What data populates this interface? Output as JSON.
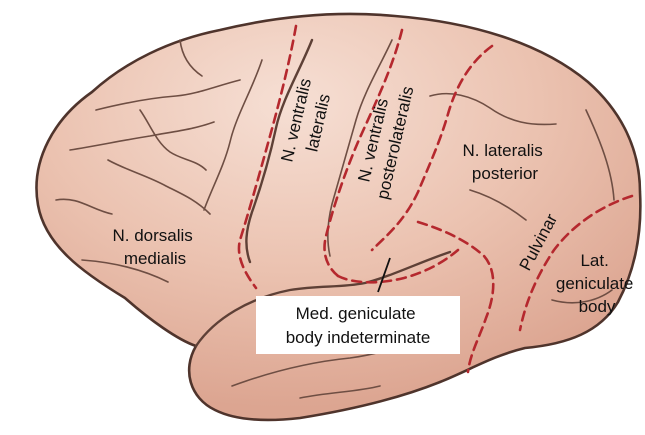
{
  "colors": {
    "brain_fill": "#e7b8a4",
    "brain_highlight": "#f6dfd4",
    "outline": "#4f342c",
    "gyri": "#6e4e43",
    "boundary": "#b5282e",
    "label_bg": "#ffffff"
  },
  "labels": {
    "dorsalis": [
      "N. dorsalis",
      "medialis"
    ],
    "ventralis_lateralis": [
      "N. ventralis",
      "lateralis"
    ],
    "ventralis_posterolateralis": [
      "N. ventralis",
      "posterolateralis"
    ],
    "lateralis_posterior": [
      "N. lateralis",
      "posterior"
    ],
    "pulvinar": "Pulvinar",
    "lat_geniculate": [
      "Lat.",
      "geniculate",
      "body"
    ],
    "med_geniculate": [
      "Med. geniculate",
      "body indeterminate"
    ]
  }
}
